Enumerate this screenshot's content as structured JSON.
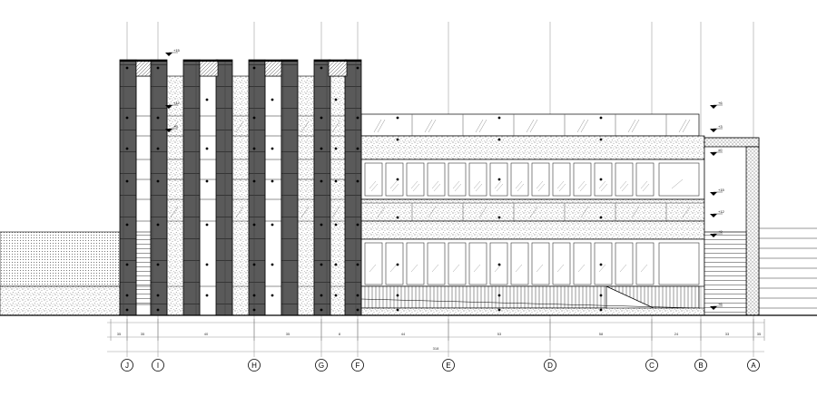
{
  "drawing": {
    "title": "",
    "colors": {
      "line": "#000000",
      "column_fill": "#5a5a5a",
      "column_dark": "#3d3d3d",
      "grid_line": "#9a9a9a",
      "glass_line": "#444444",
      "speckle": "#222222"
    }
  },
  "axes": [
    {
      "label": "J"
    },
    {
      "label": "I"
    },
    {
      "label": "H"
    },
    {
      "label": "G"
    },
    {
      "label": "F"
    },
    {
      "label": "E"
    },
    {
      "label": "D"
    },
    {
      "label": "C"
    },
    {
      "label": "B"
    },
    {
      "label": "A"
    }
  ],
  "dimensions": {
    "segments": [
      "35",
      "35",
      "40",
      "35",
      "8",
      "44",
      "53",
      "58",
      "24",
      "33",
      "35"
    ],
    "overall": "318"
  },
  "level_markers": [
    "+15",
    "+12",
    "+9",
    "+6",
    "+3",
    "±0"
  ]
}
